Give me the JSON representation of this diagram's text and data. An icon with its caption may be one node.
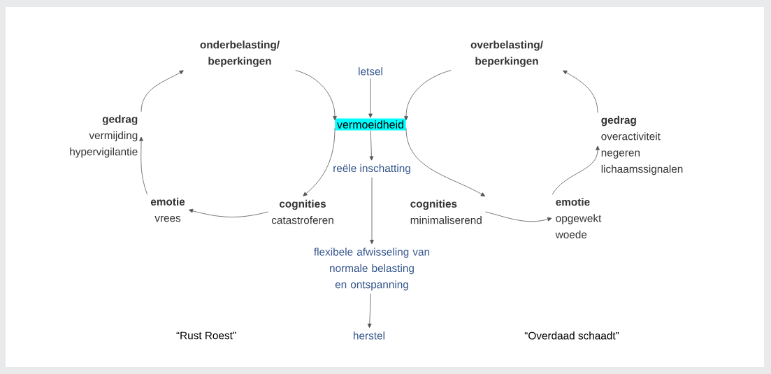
{
  "diagram": {
    "nodes": [
      {
        "text": [
          "letsel"
        ]
      },
      {
        "text": [
          "vermoeidheid"
        ]
      },
      {
        "text": [
          "reële inschatting"
        ]
      },
      {
        "text": [
          "flexibele afwisseling van normale belasting en ontspanning"
        ]
      },
      {
        "text": [
          "herstel"
        ]
      },
      {
        "text": [
          "onderbelasting/ beperkingen"
        ]
      },
      {
        "text": [
          "cognities",
          "catastroferen"
        ]
      },
      {
        "text": [
          "emotie",
          "vrees"
        ]
      },
      {
        "text": [
          "gedrag",
          "vermijding hypervigilantie"
        ]
      },
      {
        "text": [
          "overbelasting/ beperkingen"
        ]
      },
      {
        "text": [
          "gedrag",
          "overactiviteit negeren lichaamssignalen"
        ]
      },
      {
        "text": [
          "emotie",
          "opgewekt woede"
        ]
      },
      {
        "text": [
          "cognities",
          "minimaliserend"
        ]
      }
    ],
    "edges": [
      {
        "from": 0,
        "to": 1,
        "arrow": "to"
      },
      {
        "from": 1,
        "to": 2,
        "arrow": "to"
      },
      {
        "from": 2,
        "to": 3,
        "arrow": "to"
      },
      {
        "from": 3,
        "to": 4,
        "arrow": "to"
      },
      {
        "from": 5,
        "to": 1,
        "arrow": "to"
      },
      {
        "from": 1,
        "to": 6,
        "arrow": "to"
      },
      {
        "from": 6,
        "to": 7,
        "arrow": "to"
      },
      {
        "from": 7,
        "to": 8,
        "arrow": "to"
      },
      {
        "from": 8,
        "to": 5,
        "arrow": "to"
      },
      {
        "from": 9,
        "to": 1,
        "arrow": "to"
      },
      {
        "from": 1,
        "to": 12,
        "arrow": "to"
      },
      {
        "from": 12,
        "to": 11,
        "arrow": "to"
      },
      {
        "from": 11,
        "to": 10,
        "arrow": "to"
      },
      {
        "from": 10,
        "to": 9,
        "arrow": "to"
      }
    ],
    "labels": [
      "“Rust Roest”",
      "“Overdaad schaadt”"
    ]
  }
}
